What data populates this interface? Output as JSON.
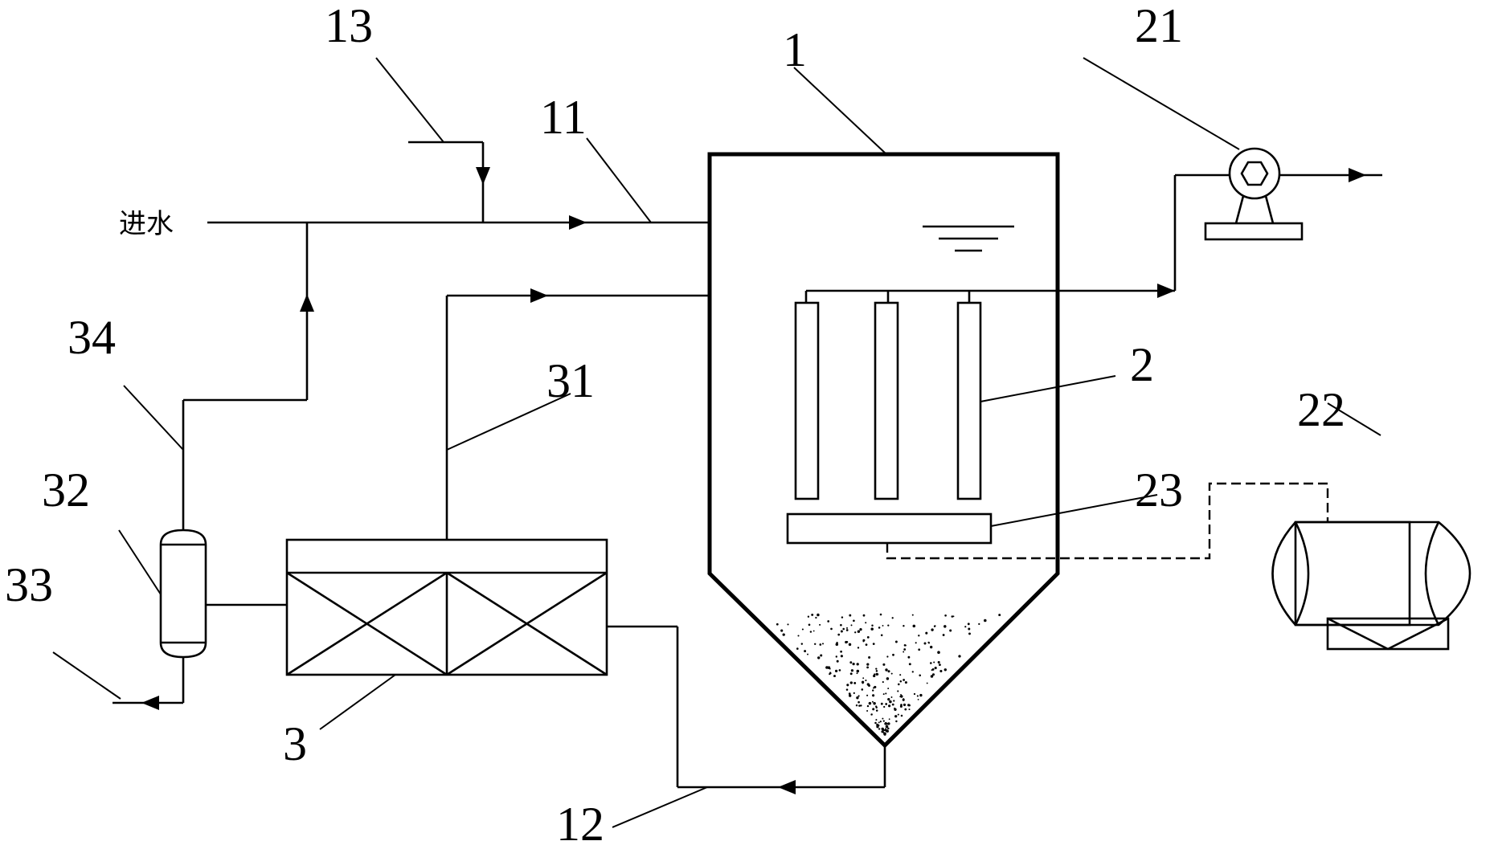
{
  "labels": {
    "inlet_text": "进水",
    "n1": "1",
    "n2": "2",
    "n3": "3",
    "n11": "11",
    "n12": "12",
    "n13": "13",
    "n21": "21",
    "n22": "22",
    "n23": "23",
    "n31": "31",
    "n32": "32",
    "n33": "33",
    "n34": "34"
  }
}
